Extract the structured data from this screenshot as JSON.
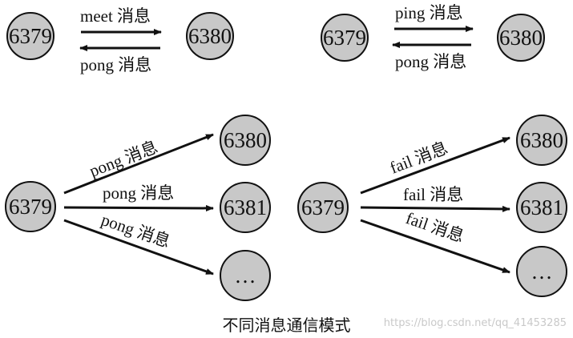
{
  "nodes": {
    "tl_left": "6379",
    "tl_right": "6380",
    "tr_left": "6379",
    "tr_right": "6380",
    "bl_src": "6379",
    "bl_t1": "6380",
    "bl_t2": "6381",
    "bl_t3": "…",
    "br_src": "6379",
    "br_t1": "6380",
    "br_t2": "6381",
    "br_t3": "…"
  },
  "labels": {
    "tl_top": "meet 消息",
    "tl_bottom": "pong 消息",
    "tr_top": "ping 消息",
    "tr_bottom": "pong 消息",
    "bl_1": "pong 消息",
    "bl_2": "pong 消息",
    "bl_3": "pong 消息",
    "br_1": "fail 消息",
    "br_2": "fail 消息",
    "br_3": "fail 消息"
  },
  "caption": "不同消息通信模式",
  "watermark": "https://blog.csdn.net/qq_41453285",
  "colors": {
    "node_fill": "#c8c8c8",
    "stroke": "#111111"
  }
}
